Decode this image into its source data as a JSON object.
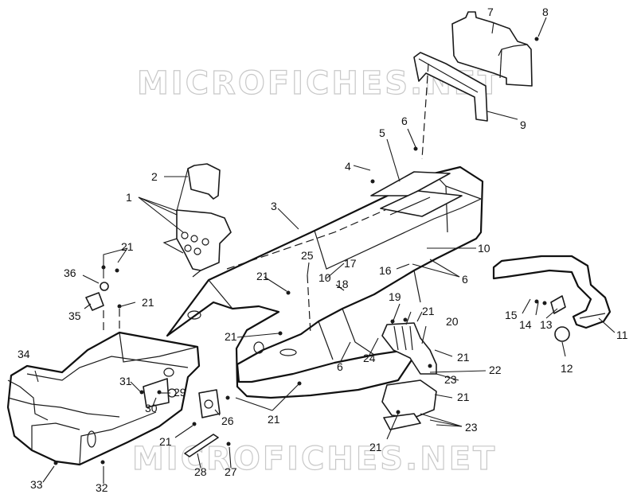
{
  "watermark": {
    "text": "MICROFICHES.NET"
  },
  "callouts": [
    {
      "id": "c1",
      "label": "1"
    },
    {
      "id": "c2",
      "label": "2"
    },
    {
      "id": "c3",
      "label": "3"
    },
    {
      "id": "c4",
      "label": "4"
    },
    {
      "id": "c5",
      "label": "5"
    },
    {
      "id": "c6a",
      "label": "6"
    },
    {
      "id": "c6b",
      "label": "6"
    },
    {
      "id": "c6c",
      "label": "6"
    },
    {
      "id": "c7",
      "label": "7"
    },
    {
      "id": "c8",
      "label": "8"
    },
    {
      "id": "c9",
      "label": "9"
    },
    {
      "id": "c10a",
      "label": "10"
    },
    {
      "id": "c10b",
      "label": "10"
    },
    {
      "id": "c11",
      "label": "11"
    },
    {
      "id": "c12",
      "label": "12"
    },
    {
      "id": "c13",
      "label": "13"
    },
    {
      "id": "c14",
      "label": "14"
    },
    {
      "id": "c15",
      "label": "15"
    },
    {
      "id": "c16",
      "label": "16"
    },
    {
      "id": "c17",
      "label": "17"
    },
    {
      "id": "c18",
      "label": "18"
    },
    {
      "id": "c19",
      "label": "19"
    },
    {
      "id": "c20",
      "label": "20"
    },
    {
      "id": "c21a",
      "label": "21"
    },
    {
      "id": "c21b",
      "label": "21"
    },
    {
      "id": "c21c",
      "label": "21"
    },
    {
      "id": "c21d",
      "label": "21"
    },
    {
      "id": "c21e",
      "label": "21"
    },
    {
      "id": "c21f",
      "label": "21"
    },
    {
      "id": "c21g",
      "label": "21"
    },
    {
      "id": "c21h",
      "label": "21"
    },
    {
      "id": "c21i",
      "label": "21"
    },
    {
      "id": "c21j",
      "label": "21"
    },
    {
      "id": "c22",
      "label": "22"
    },
    {
      "id": "c23a",
      "label": "23"
    },
    {
      "id": "c23b",
      "label": "23"
    },
    {
      "id": "c24",
      "label": "24"
    },
    {
      "id": "c25",
      "label": "25"
    },
    {
      "id": "c26",
      "label": "26"
    },
    {
      "id": "c27",
      "label": "27"
    },
    {
      "id": "c28",
      "label": "28"
    },
    {
      "id": "c29",
      "label": "29"
    },
    {
      "id": "c30",
      "label": "30"
    },
    {
      "id": "c31",
      "label": "31"
    },
    {
      "id": "c32",
      "label": "32"
    },
    {
      "id": "c33",
      "label": "33"
    },
    {
      "id": "c34",
      "label": "34"
    },
    {
      "id": "c35",
      "label": "35"
    },
    {
      "id": "c36",
      "label": "36"
    }
  ]
}
